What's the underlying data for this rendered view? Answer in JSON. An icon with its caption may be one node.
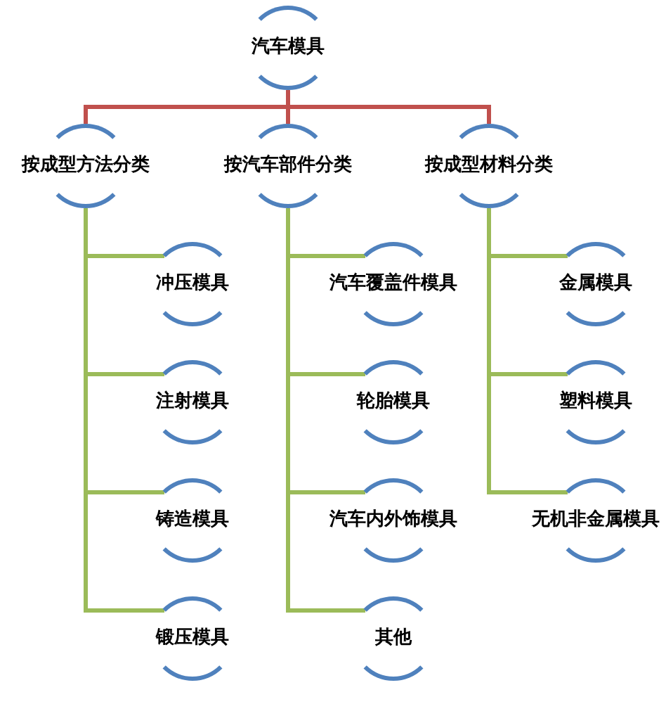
{
  "diagram": {
    "nodes": [
      {
        "text": [
          "汽车模具"
        ]
      },
      {
        "text": [
          "按成型方法分类"
        ]
      },
      {
        "text": [
          "按汽车部件分类"
        ]
      },
      {
        "text": [
          "按成型材料分类"
        ]
      },
      {
        "text": [
          "冲压模具"
        ]
      },
      {
        "text": [
          "注射模具"
        ]
      },
      {
        "text": [
          "铸造模具"
        ]
      },
      {
        "text": [
          "锻压模具"
        ]
      },
      {
        "text": [
          "汽车覆盖件模具"
        ]
      },
      {
        "text": [
          "轮胎模具"
        ]
      },
      {
        "text": [
          "汽车内外饰模具"
        ]
      },
      {
        "text": [
          "其他"
        ]
      },
      {
        "text": [
          "金属模具"
        ]
      },
      {
        "text": [
          "塑料模具"
        ]
      },
      {
        "text": [
          "无机非金属模具"
        ]
      }
    ],
    "edges": [
      {
        "from": 0,
        "to": 1,
        "arrow": "none",
        "color": "#c0504d"
      },
      {
        "from": 0,
        "to": 2,
        "arrow": "none",
        "color": "#c0504d"
      },
      {
        "from": 0,
        "to": 3,
        "arrow": "none",
        "color": "#c0504d"
      },
      {
        "from": 1,
        "to": 4,
        "arrow": "none"
      },
      {
        "from": 1,
        "to": 5,
        "arrow": "none"
      },
      {
        "from": 1,
        "to": 6,
        "arrow": "none"
      },
      {
        "from": 1,
        "to": 7,
        "arrow": "none"
      },
      {
        "from": 2,
        "to": 8,
        "arrow": "none"
      },
      {
        "from": 2,
        "to": 9,
        "arrow": "none"
      },
      {
        "from": 2,
        "to": 10,
        "arrow": "none"
      },
      {
        "from": 2,
        "to": 11,
        "arrow": "none"
      },
      {
        "from": 3,
        "to": 12,
        "arrow": "none"
      },
      {
        "from": 3,
        "to": 13,
        "arrow": "none"
      },
      {
        "from": 3,
        "to": 14,
        "arrow": "none"
      }
    ]
  }
}
